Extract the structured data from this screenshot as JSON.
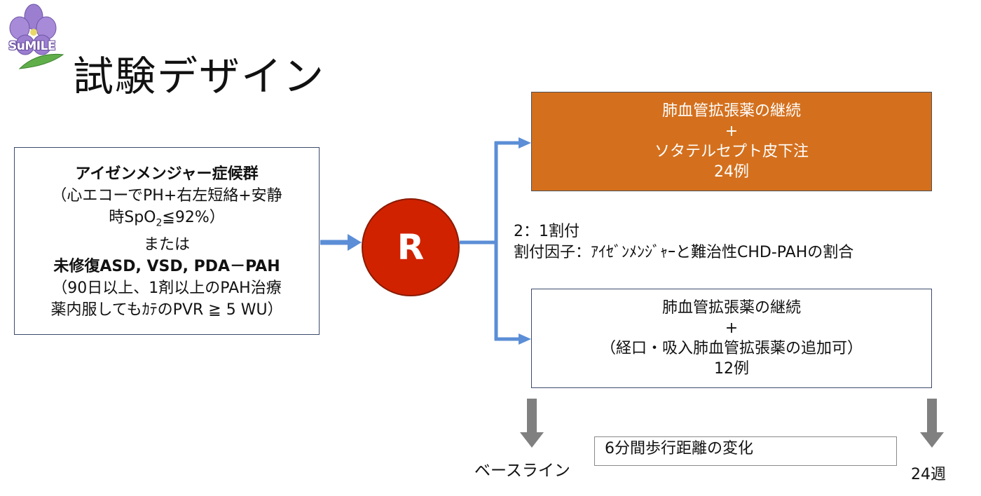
{
  "logo": {
    "text": "SuMILE"
  },
  "title": "試験デザイン",
  "criteria": {
    "line1": "アイゼンメンジャー症候群",
    "line2": "（心エコーでPH+右左短絡+安静",
    "line3_prefix": "時SpO",
    "line3_sub": "2",
    "line3_suffix": "≦92%）",
    "line4": "または",
    "line5": "未修復ASD, VSD, PDA－PAH",
    "line6": "（90日以上、1剤以上のPAH治療",
    "line7": "薬内服してもｶﾃのPVR ≧ 5 WU）"
  },
  "randomization": {
    "label": "R"
  },
  "arm_a": {
    "line1": "肺血管拡張薬の継続",
    "line2": "+",
    "line3": "ソタテルセプト皮下注",
    "line4": "24例"
  },
  "arm_b": {
    "line1": "肺血管拡張薬の継続",
    "line2": "+",
    "line3": "（経口・吸入肺血管拡張薬の追加可）",
    "line4": "12例"
  },
  "allocation": {
    "ratio": "2：1割付",
    "factors": "割付因子：ｱｲｾﾞﾝﾒﾝｼﾞｬｰと難治性CHD-PAHの割合"
  },
  "endpoint": "6分間歩行距離の変化",
  "timeline": {
    "start": "ベースライン",
    "end": "24週"
  },
  "colors": {
    "arrow_blue": "#5b8ed6",
    "arm_a_fill": "#d4701d",
    "randomization_fill": "#d12200",
    "timeline_arrow": "#808080"
  }
}
